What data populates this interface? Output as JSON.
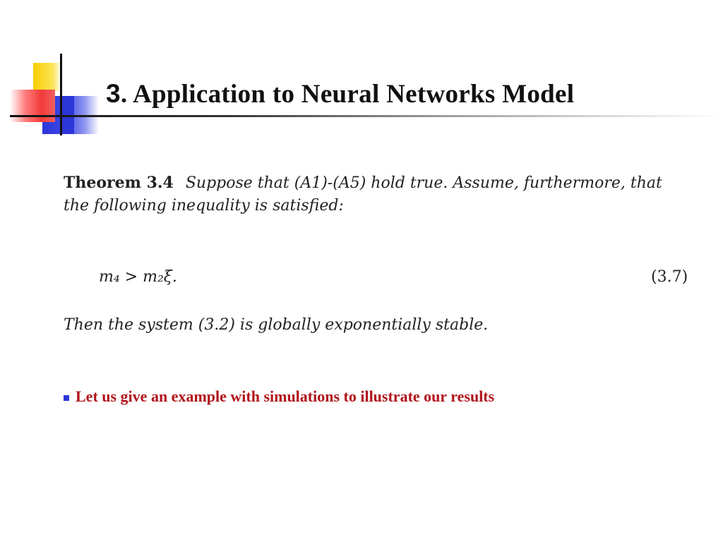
{
  "slide": {
    "title_number": "3",
    "title_text": ". Application to Neural Networks Model",
    "theorem_label": "Theorem 3.4",
    "theorem_line1": "Suppose that (A1)-(A5) hold true. Assume, furthermore, that",
    "theorem_line2": "the following inequality is satisfied:",
    "equation": "m₄ > m₂ξ.",
    "equation_number": "(3.7)",
    "conclusion": "Then the system (3.2) is globally exponentially stable.",
    "bullet": "Let us give an example with simulations to illustrate our results"
  },
  "colors": {
    "bullet_text": "#b0141a",
    "bullet_square": "#2d36d8",
    "accent_yellow": "#f7cf00",
    "accent_red": "#f23a3a",
    "accent_blue": "#2d36d8"
  }
}
